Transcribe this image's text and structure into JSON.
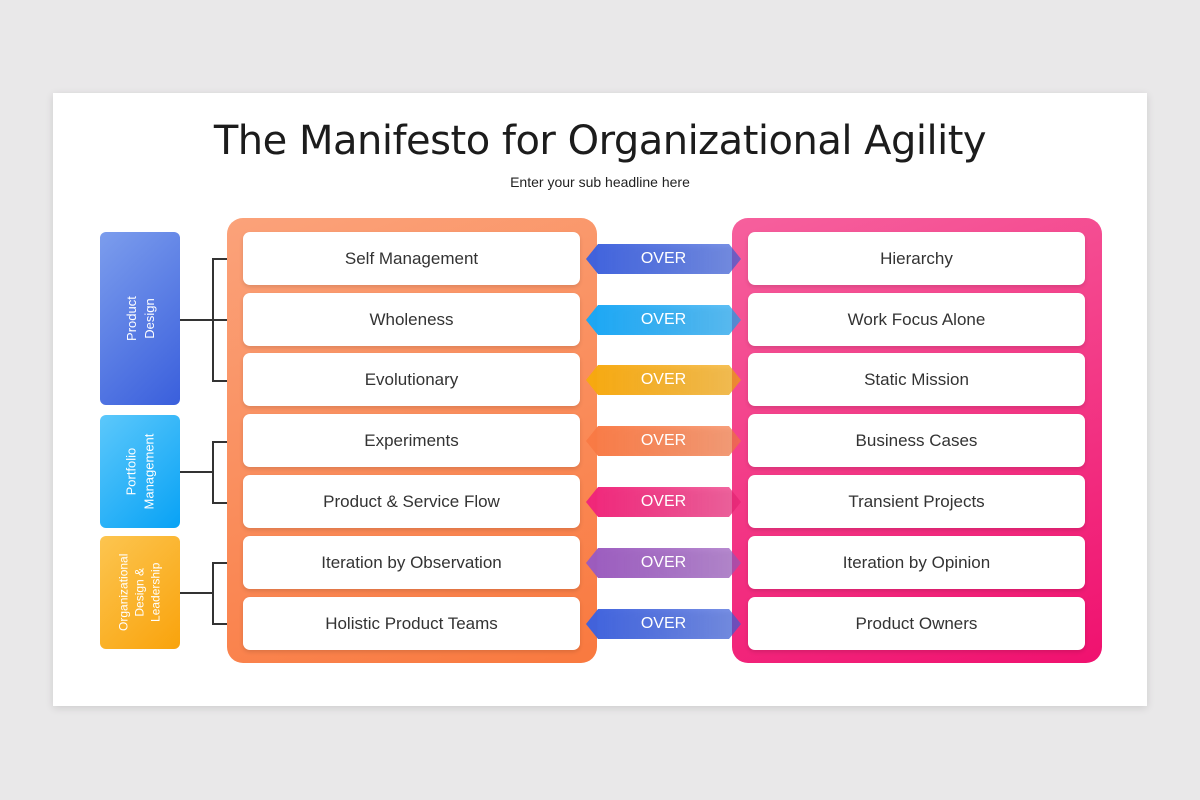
{
  "title": "The Manifesto for Organizational Agility",
  "subtitle": "Enter your sub headline here",
  "categories": [
    {
      "label": "Product\nDesign",
      "color": "#4267de"
    },
    {
      "label": "Portfolio\nManagement",
      "color": "#1cacf6"
    },
    {
      "label": "Organizational\nDesign &\nLeadership",
      "color": "#f9a81a"
    }
  ],
  "over_label": "OVER",
  "rows": [
    {
      "left": "Self Management",
      "right": "Hierarchy",
      "color": "#3f62dd"
    },
    {
      "left": "Wholeness",
      "right": "Work Focus Alone",
      "color": "#1aa7f5"
    },
    {
      "left": "Evolutionary",
      "right": "Static Mission",
      "color": "#f7a90f"
    },
    {
      "left": "Experiments",
      "right": "Business Cases",
      "color": "#f97a45"
    },
    {
      "left": "Product & Service Flow",
      "right": "Transient Projects",
      "color": "#f0267a"
    },
    {
      "left": "Iteration by Observation",
      "right": "Iteration by Opinion",
      "color": "#9b5bbf"
    },
    {
      "left": "Holistic Product Teams",
      "right": "Product Owners",
      "color": "#3f62dd"
    }
  ]
}
